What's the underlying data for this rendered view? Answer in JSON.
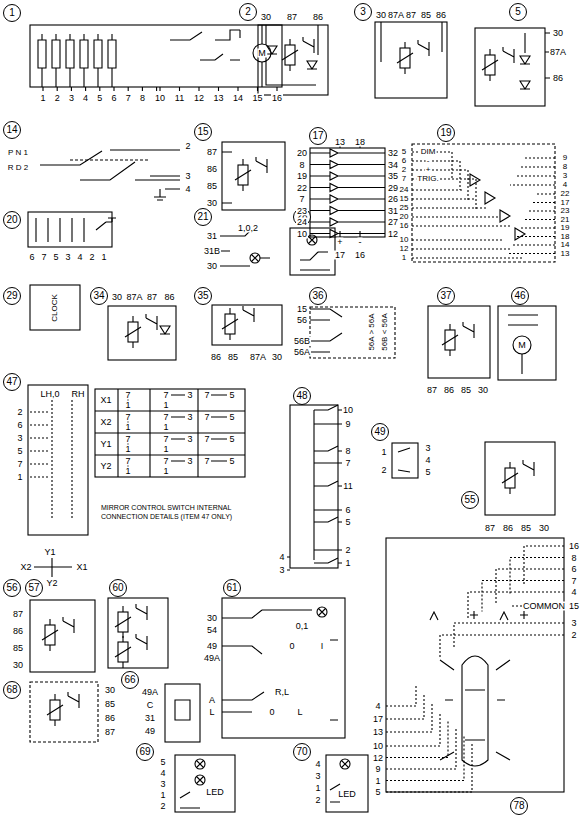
{
  "diagram": {
    "nodes": [
      {
        "text": [
          "1"
        ]
      },
      {
        "text": [
          "2"
        ]
      },
      {
        "text": [
          "3"
        ]
      },
      {
        "text": [
          "5"
        ]
      },
      {
        "text": [
          "14"
        ]
      },
      {
        "text": [
          "15"
        ]
      },
      {
        "text": [
          "17"
        ]
      },
      {
        "text": [
          "19"
        ]
      },
      {
        "text": [
          "20"
        ]
      },
      {
        "text": [
          "21"
        ]
      },
      {
        "text": [
          "28"
        ]
      },
      {
        "text": [
          "29"
        ]
      },
      {
        "text": [
          "34"
        ]
      },
      {
        "text": [
          "35"
        ]
      },
      {
        "text": [
          "36"
        ]
      },
      {
        "text": [
          "37"
        ]
      },
      {
        "text": [
          "46"
        ]
      },
      {
        "text": [
          "47"
        ]
      },
      {
        "text": [
          "48"
        ]
      },
      {
        "text": [
          "49"
        ]
      },
      {
        "text": [
          "55"
        ]
      },
      {
        "text": [
          "56"
        ]
      },
      {
        "text": [
          "57"
        ]
      },
      {
        "text": [
          "60"
        ]
      },
      {
        "text": [
          "61"
        ]
      },
      {
        "text": [
          "66"
        ]
      },
      {
        "text": [
          "68"
        ]
      },
      {
        "text": [
          "69"
        ]
      },
      {
        "text": [
          "70"
        ]
      },
      {
        "text": [
          "78"
        ]
      }
    ],
    "labels": [
      "1",
      "2",
      "3",
      "4",
      "5",
      "6",
      "7",
      "8",
      "9",
      "10",
      "11",
      "12",
      "13",
      "14",
      "15",
      "16",
      "M",
      "30",
      "87",
      "86",
      "30",
      "87A",
      "87",
      "85",
      "86",
      "30",
      "87A",
      "86",
      "P N 1",
      "R D 2",
      "2",
      "3",
      "4",
      "87",
      "86",
      "85",
      "30",
      "13",
      "18",
      "20",
      "8",
      "19",
      "22",
      "7",
      "23",
      "24",
      "10",
      "32",
      "34",
      "35",
      "29",
      "26",
      "31",
      "27",
      "12",
      "+",
      "-",
      "17",
      "16",
      "5",
      "6",
      "2",
      "7",
      "DIM",
      "-",
      "+",
      "TRIG.",
      "9",
      "8",
      "3",
      "4",
      "22",
      "17",
      "23",
      "21",
      "19",
      "18",
      "14",
      "13",
      "24",
      "15",
      "25",
      "20",
      "16",
      "10",
      "12",
      "1",
      "6",
      "7",
      "5",
      "3",
      "4",
      "2",
      "1",
      "31",
      "31B",
      "30",
      "1,0,2",
      "CLOCK",
      "30",
      "87A",
      "87",
      "86",
      "86",
      "85",
      "87A",
      "30",
      "15",
      "56",
      "56B",
      "56A",
      "56A > 56A",
      "56B < 56A",
      "87",
      "86",
      "85",
      "30",
      "M",
      "LH,0",
      "RH",
      "2",
      "6",
      "3",
      "5",
      "7",
      "1",
      "Y1",
      "X2",
      "X1",
      "Y2",
      "X1",
      "7",
      "1",
      "7",
      "3",
      "1",
      "7",
      "5",
      "X2",
      "7",
      "1",
      "7",
      "3",
      "1",
      "7",
      "5",
      "Y1",
      "7",
      "1",
      "7",
      "3",
      "1",
      "7",
      "5",
      "Y2",
      "7",
      "1",
      "7",
      "3",
      "1",
      "7",
      "5",
      "MIRROR CONTROL SWITCH INTERNAL CONNECTION DETAILS (ITEM 47 ONLY)",
      "10",
      "9",
      "8",
      "7",
      "11",
      "6",
      "5",
      "2",
      "1",
      "4",
      "3",
      "1",
      "2",
      "3",
      "4",
      "5",
      "87",
      "86",
      "85",
      "30",
      "87",
      "86",
      "85",
      "30",
      "30",
      "54",
      "49",
      "49A",
      "A",
      "L",
      "0,1",
      "0",
      "I",
      "R,L",
      "0",
      "L",
      "49A",
      "C",
      "31",
      "49",
      "30",
      "85",
      "86",
      "87",
      "5",
      "4",
      "3",
      "1",
      "2",
      "LED",
      "4",
      "3",
      "1",
      "2",
      "LED",
      "16",
      "8",
      "6",
      "7",
      "4",
      "COMMON",
      "15",
      "3",
      "2",
      "4",
      "17",
      "13",
      "10",
      "12",
      "9",
      "1",
      "5"
    ]
  }
}
